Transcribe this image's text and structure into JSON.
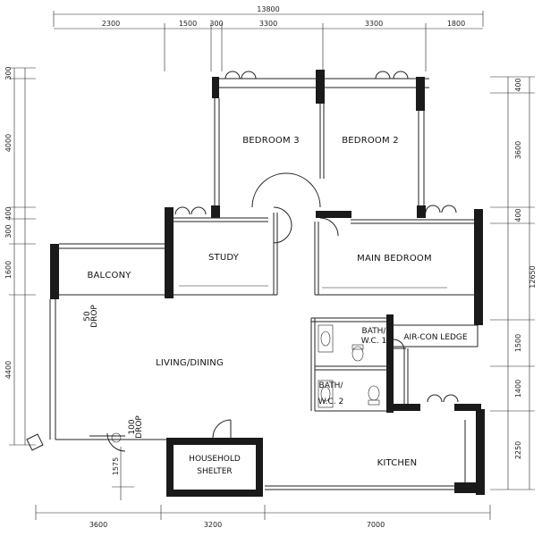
{
  "rooms": {
    "bedroom3": "BEDROOM 3",
    "bedroom2": "BEDROOM 2",
    "study": "STUDY",
    "main_bedroom": "MAIN BEDROOM",
    "balcony": "BALCONY",
    "living_dining": "LIVING/DINING",
    "bath1_line1": "BATH/",
    "bath1_line2": "W.C. 1",
    "bath2_line1": "BATH/",
    "bath2_line2": "W.C. 2",
    "aircon_ledge": "AIR-CON LEDGE",
    "household_line1": "HOUSEHOLD",
    "household_line2": "SHELTER",
    "kitchen": "KITCHEN",
    "drop_50_line1": "50",
    "drop_50_line2": "DROP",
    "drop_100_line1": "100",
    "drop_100_line2": "DROP"
  },
  "dimensions": {
    "top_total": "13800",
    "top": [
      "2300",
      "1500",
      "300",
      "3300",
      "3300",
      "1800"
    ],
    "bottom": [
      "3600",
      "3200",
      "7000"
    ],
    "left": [
      "300",
      "4000",
      "400",
      "300",
      "1600",
      "4400",
      "1575"
    ],
    "right": [
      "400",
      "3600",
      "400",
      "1500",
      "1400",
      "2250"
    ],
    "right_total": "12650"
  }
}
